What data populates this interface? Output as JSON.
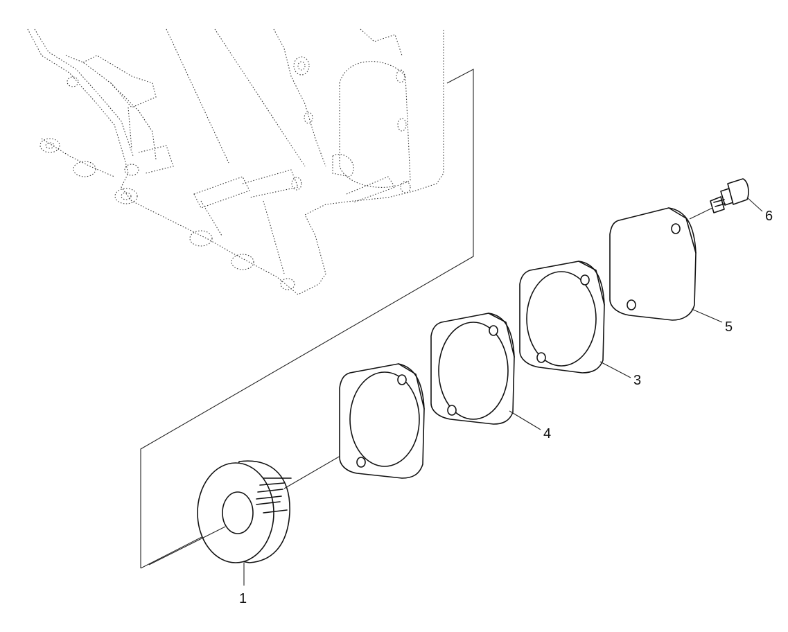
{
  "callouts": {
    "c1": "1",
    "c3": "3",
    "c4": "4",
    "c5": "5",
    "c6": "6"
  }
}
